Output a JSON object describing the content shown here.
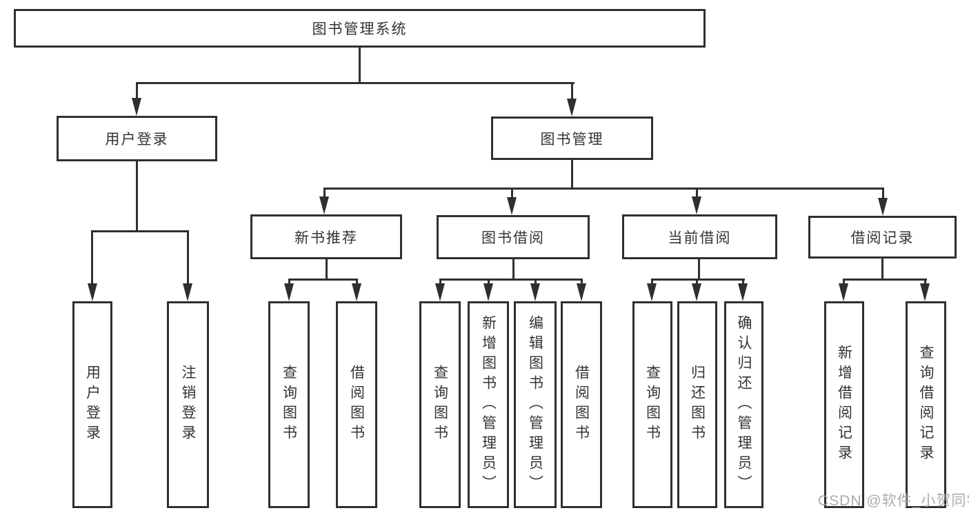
{
  "tree": {
    "root": "图书管理系统",
    "branches": [
      {
        "label": "用户登录",
        "children": [
          "用户登录",
          "注销登录"
        ]
      },
      {
        "label": "图书管理",
        "groups": [
          {
            "label": "新书推荐",
            "children": [
              "查询图书",
              "借阅图书"
            ]
          },
          {
            "label": "图书借阅",
            "children": [
              "查询图书",
              "新增图书（管理员）",
              "编辑图书（管理员）",
              "借阅图书"
            ]
          },
          {
            "label": "当前借阅",
            "children": [
              "查询图书",
              "归还图书",
              "确认归还（管理员）"
            ]
          },
          {
            "label": "借阅记录",
            "children": [
              "新增借阅记录",
              "查询借阅记录"
            ]
          }
        ]
      }
    ]
  },
  "watermark": "CSDN @软件_小贺同学",
  "colors": {
    "line": "#2f2f2f",
    "text": "#333333",
    "background": "#ffffff",
    "watermark": "#9ea3a9"
  }
}
